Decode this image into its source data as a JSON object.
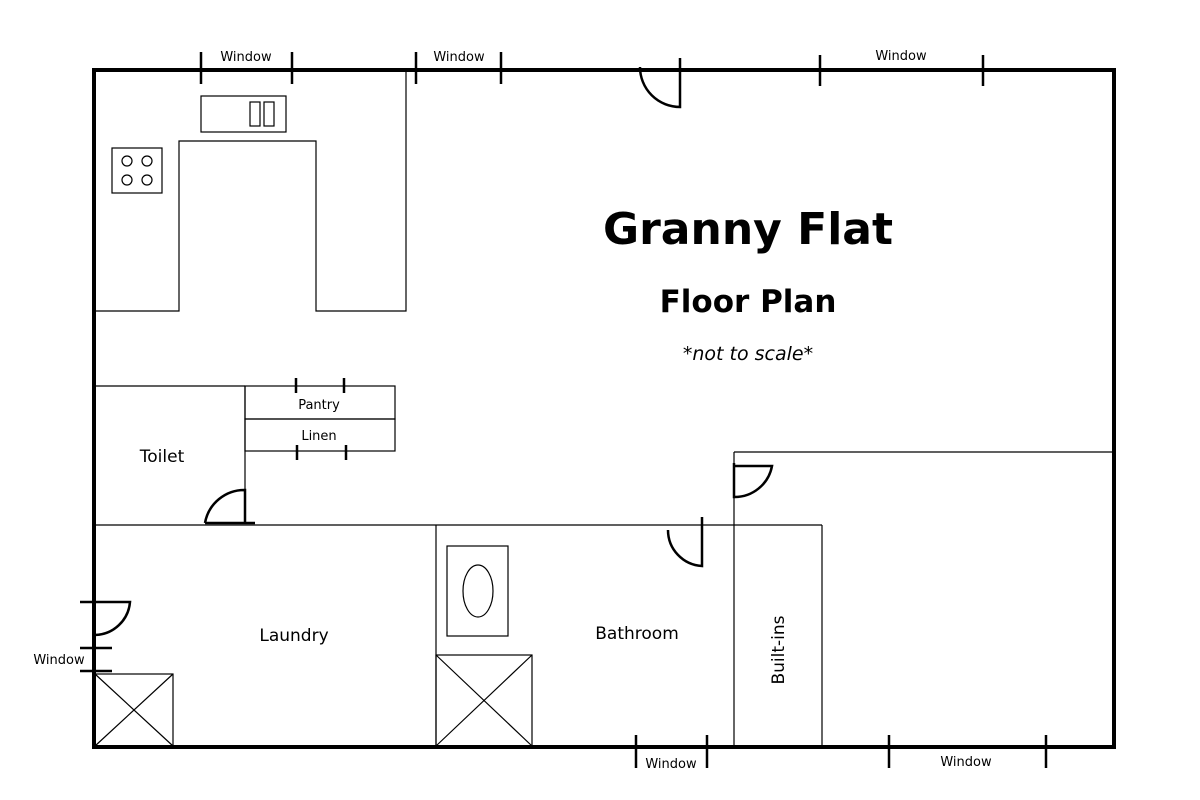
{
  "diagram": {
    "title": "Granny Flat",
    "subtitle": "Floor Plan",
    "note": "*not to scale*",
    "rooms": {
      "toilet": "Toilet",
      "laundry": "Laundry",
      "bathroom": "Bathroom",
      "pantry": "Pantry",
      "linen": "Linen",
      "builtins": "Built-ins"
    },
    "window_label": "Window"
  }
}
